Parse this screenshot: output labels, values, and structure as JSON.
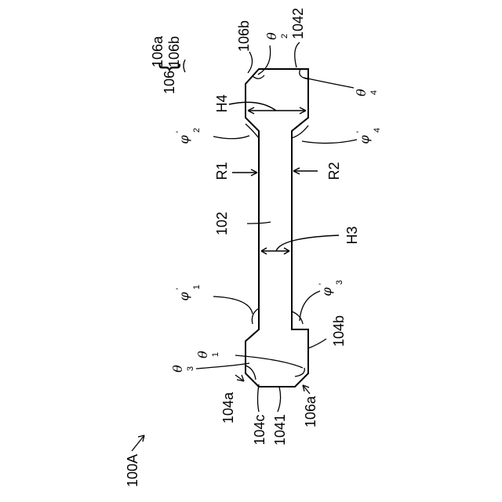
{
  "figure": {
    "labels": {
      "fig_ref": "100A",
      "group_106": "106",
      "sub_106a": "106a",
      "sub_106b": "106b",
      "ref_106b": "106b",
      "ref_1042": "1042",
      "ref_H4": "H4",
      "ref_R1": "R1",
      "ref_R2": "R2",
      "ref_102": "102",
      "ref_H3": "H3",
      "ref_104b": "104b",
      "ref_104a": "104a",
      "ref_104c": "104c",
      "ref_1041": "1041",
      "ref_106a": "106a"
    },
    "angles": {
      "theta": "θ",
      "phi": "φ",
      "prime": "'",
      "sub_1": "1",
      "sub_2": "2",
      "sub_3": "3",
      "sub_4": "4"
    }
  }
}
